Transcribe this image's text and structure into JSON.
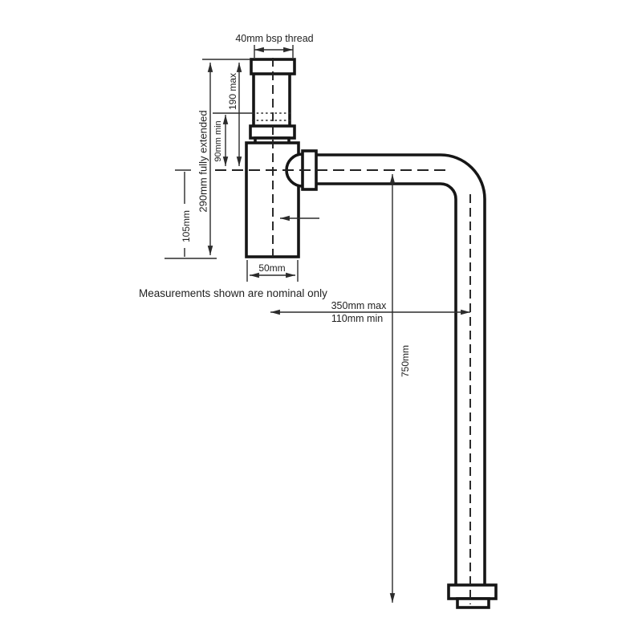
{
  "diagram": {
    "subject": "bottle-trap-with-extended-waste-pipe",
    "note": "Measurements shown are nominal only",
    "labels": {
      "thread": "40mm bsp thread",
      "inlet_height_max": "190 max",
      "inlet_height_min": "90mm min",
      "fully_extended": "290mm fully extended",
      "body_depth": "105mm",
      "body_width": "50mm",
      "reach_max": "350mm max",
      "reach_min": "110mm min",
      "drop_height": "750mm"
    },
    "colors": {
      "outline": "#161616",
      "dimension": "#2b2b2b",
      "background": "#ffffff"
    }
  }
}
